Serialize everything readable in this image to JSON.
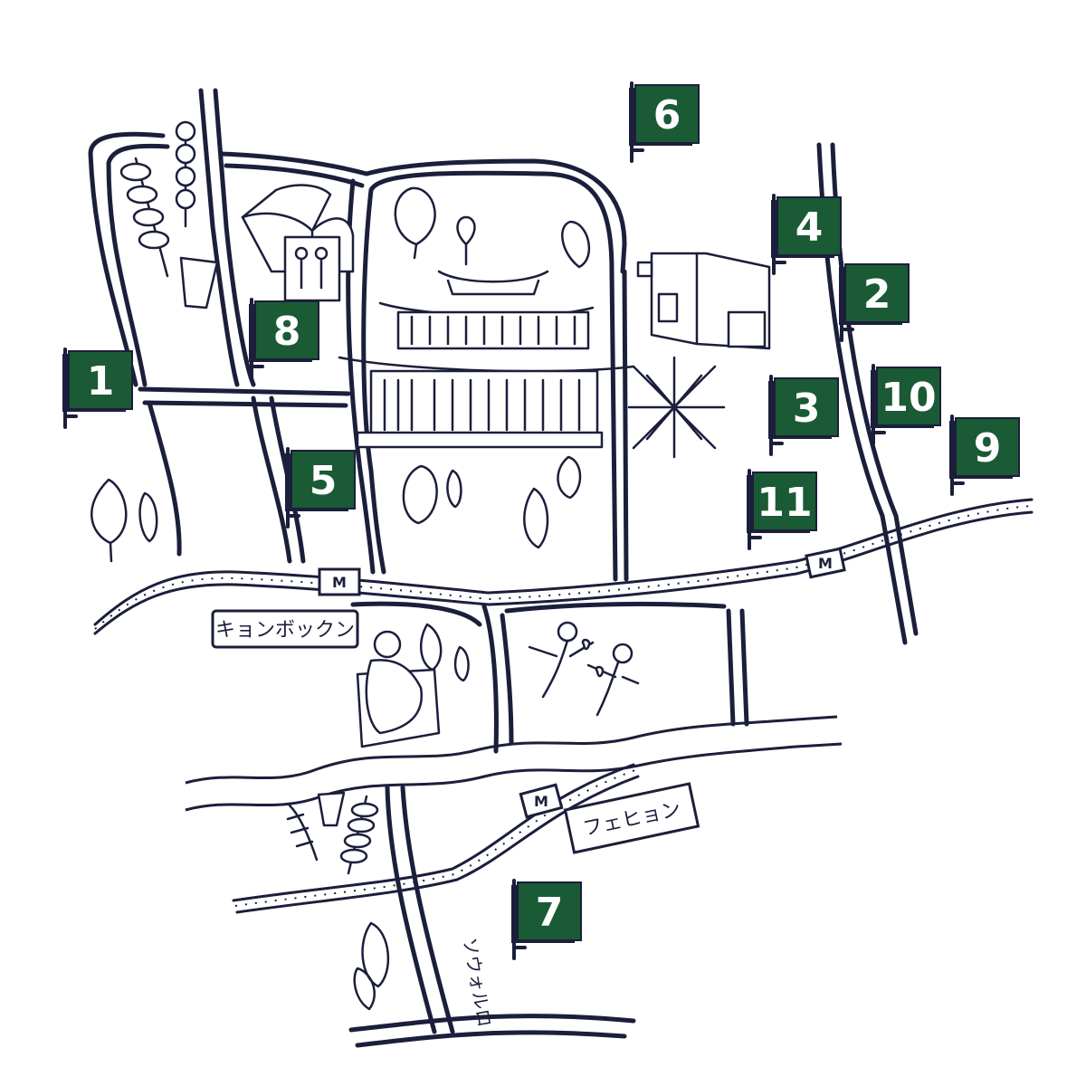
{
  "colors": {
    "flag": "#1a5a35",
    "ink": "#1b1f3b",
    "paper": "#ffffff"
  },
  "markers": [
    "1",
    "2",
    "3",
    "4",
    "5",
    "6",
    "7",
    "8",
    "9",
    "10",
    "11"
  ],
  "stations": {
    "gyeongbokgung": {
      "label": "キョンボックン",
      "metro_symbol": "M"
    },
    "east": {
      "metro_symbol": "M"
    },
    "hoehyeon": {
      "label": "フェヒョン",
      "metro_symbol": "M"
    }
  },
  "streets": {
    "sowol_ro": "ソウォルロ"
  },
  "icons": [
    "book-icon",
    "people-sign-icon",
    "palace-icon",
    "tree-icon",
    "skewer-icon",
    "cup-icon",
    "building-icon",
    "firework-icon",
    "king-statue-icon",
    "dancers-icon"
  ]
}
